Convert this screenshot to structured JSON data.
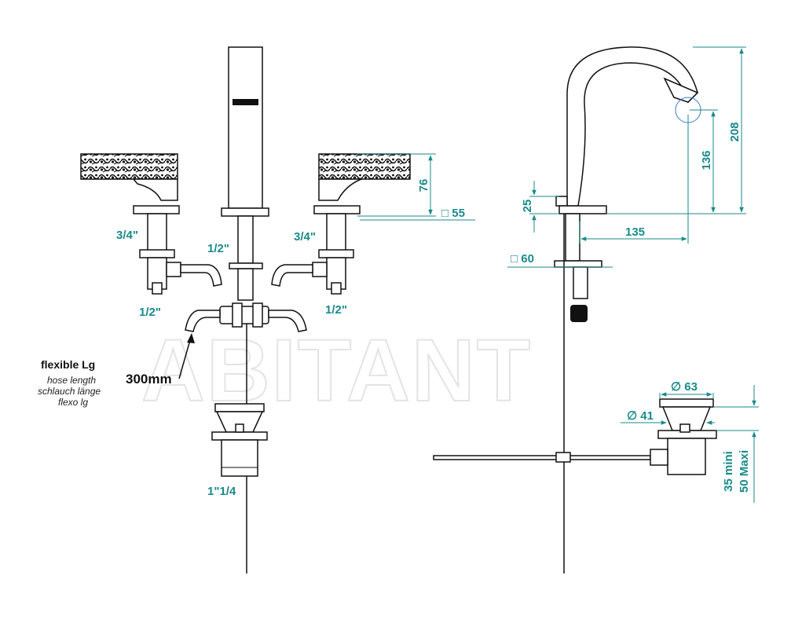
{
  "watermark": "ABITANT",
  "front_view": {
    "left_handle_inlet": "3/4\"",
    "left_handle_outlet": "1/2\"",
    "spout_thread": "1/2\"",
    "right_handle_inlet": "3/4\"",
    "right_handle_outlet": "1/2\"",
    "waste_thread": "1\"1/4",
    "handle_height": "76",
    "handle_square": "□ 55"
  },
  "hose_note": {
    "title": "flexible Lg",
    "line1": "hose length",
    "line2": "schlauch länge",
    "line3": "flexo lg",
    "length": "300mm"
  },
  "side_view": {
    "base_height": "25",
    "spout_reach": "135",
    "spout_clearance": "136",
    "total_height": "208",
    "base_square": "□ 60"
  },
  "waste_detail": {
    "outer_diameter": "∅ 63",
    "inner_diameter": "∅ 41",
    "thickness_min": "35  mini",
    "thickness_max": "50 Maxi"
  },
  "colors": {
    "dimension": "#1a8a8a",
    "line": "#111111"
  }
}
